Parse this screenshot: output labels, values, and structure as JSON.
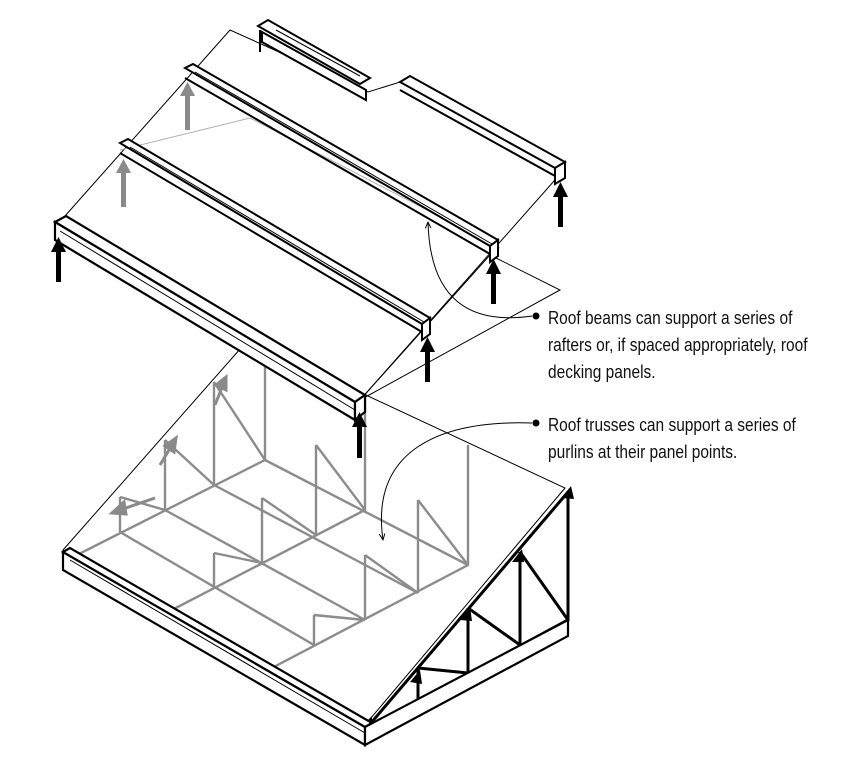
{
  "annotations": {
    "beams": {
      "lines": [
        "Roof beams can support a series of",
        "rafters or, if spaced appropriately, roof",
        "decking panels."
      ]
    },
    "trusses": {
      "lines": [
        "Roof trusses can support a series of",
        "purlins at their panel points."
      ]
    }
  },
  "colors": {
    "ink": "#000000",
    "gray_member": "#8c8c8c",
    "light_line": "#b0b0b0",
    "arrow_gray": "#8a8a8a"
  }
}
